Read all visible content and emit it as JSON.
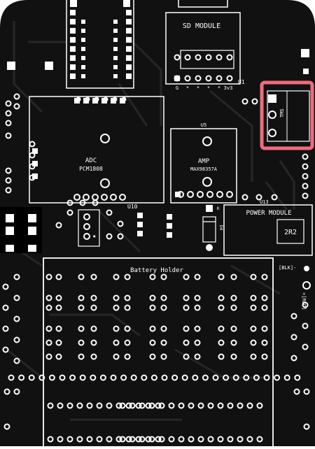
{
  "board": {
    "colors": {
      "board": "#111111",
      "silk": "#ffffff",
      "copper": "#ffffff",
      "trace": "#2a2a2a",
      "highlight": "#f06b7d"
    },
    "sd_module": {
      "label": "SD MODULE",
      "ref": "U1",
      "pin_labels": [
        "G",
        "*",
        "*",
        "*",
        "*",
        "3v3"
      ]
    },
    "adc": {
      "label": "ADC",
      "part": "PCM1808",
      "ref": "U10"
    },
    "amp": {
      "label": "AMP",
      "part": "MAX98357A",
      "ref": "U5"
    },
    "highlighted_part": {
      "label": "TMS",
      "note": "highlighted component"
    },
    "power_module": {
      "label": "POWER MODULE",
      "ref": "U13",
      "resistor": "2R2",
      "blk": "[BLK]-",
      "red": "+[RED]"
    },
    "diode": {
      "ref": "D4",
      "mark": "K"
    },
    "battery_holder": {
      "label": "Battery Holder"
    },
    "star_mark": "★"
  }
}
